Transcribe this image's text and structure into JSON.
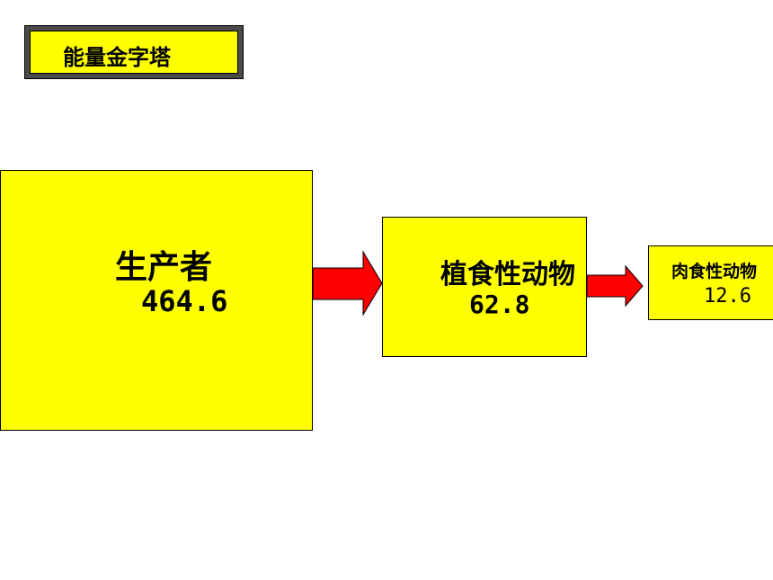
{
  "title": "能量金字塔",
  "nodes": {
    "producer": {
      "name": "生产者",
      "value": "464.6"
    },
    "herbivore": {
      "name": "植食性动物",
      "value": "62.8"
    },
    "carnivore": {
      "name": "肉食性动物",
      "value": "12.6"
    }
  },
  "colors": {
    "box_fill": "#ffff00",
    "arrow_fill": "#ff0000",
    "border": "#000000"
  }
}
